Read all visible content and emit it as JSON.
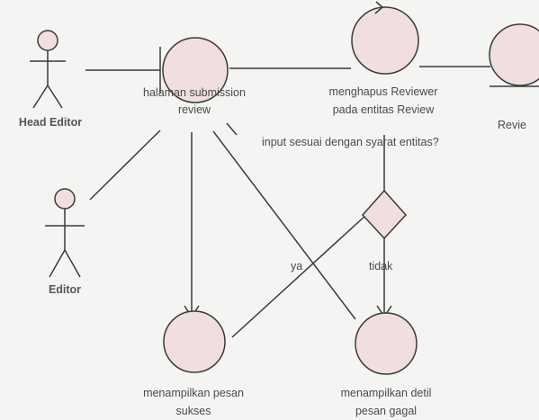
{
  "actors": {
    "head_editor": {
      "label": "Head Editor"
    },
    "editor": {
      "label": "Editor"
    }
  },
  "boundary": {
    "line1": "halaman submission",
    "line2": "review"
  },
  "controls": {
    "hapus_reviewer": {
      "line1": "menghapus Reviewer",
      "line2": "pada entitas Review"
    }
  },
  "entities": {
    "review": {
      "label": "Revie"
    }
  },
  "decision": {
    "question": "input sesuai dengan syarat entitas?"
  },
  "guards": {
    "yes": "ya",
    "no": "tidak"
  },
  "outputs": {
    "sukses": {
      "line1": "menampilkan pesan",
      "line2": "sukses"
    },
    "gagal": {
      "line1": "menampilkan detil",
      "line2": "pesan gagal"
    }
  },
  "colors": {
    "fill": "#f1dede",
    "stroke": "#3a3a3a",
    "background": "#f4f4f2"
  }
}
